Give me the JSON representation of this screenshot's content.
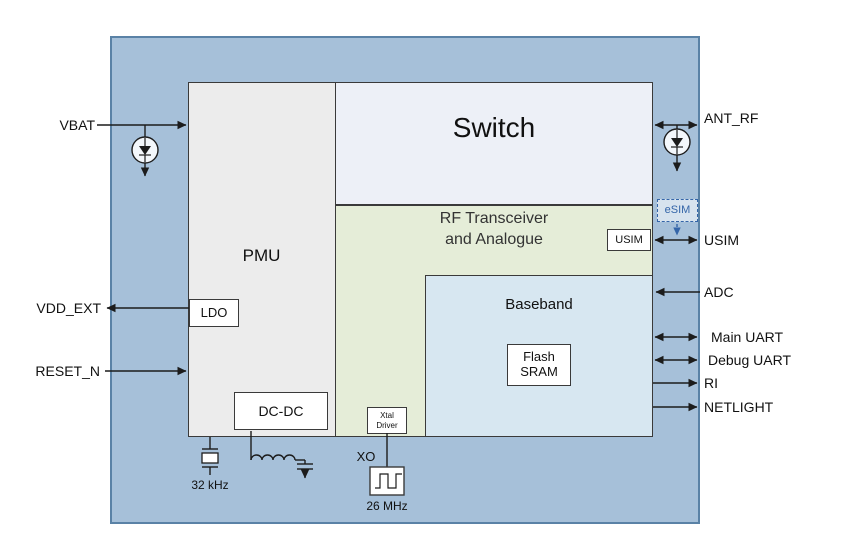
{
  "blocks": {
    "pmu": "PMU",
    "switch": "Switch",
    "rf_line1": "RF Transceiver",
    "rf_line2": "and Analogue",
    "baseband": "Baseband",
    "flash_line1": "Flash",
    "flash_line2": "SRAM",
    "ldo": "LDO",
    "dcdc": "DC-DC",
    "xtal_line1": "Xtal",
    "xtal_line2": "Driver",
    "usim": "USIM",
    "esim": "eSIM"
  },
  "pins": {
    "left": {
      "vbat": "VBAT",
      "vdd_ext": "VDD_EXT",
      "reset_n": "RESET_N"
    },
    "right": {
      "ant_rf": "ANT_RF",
      "usim": "USIM",
      "adc": "ADC",
      "main_uart": "Main UART",
      "debug_uart": "Debug UART",
      "ri": "RI",
      "netlight": "NETLIGHT"
    },
    "bottom": {
      "khz32": "32 kHz",
      "xo": "XO",
      "mhz26": "26 MHz"
    }
  },
  "colors": {
    "chip_fill": "#a6c0d9",
    "chip_border": "#5a82a6",
    "pmu_fill": "#ececec",
    "switch_fill": "#edf0f7",
    "rf_fill": "#e5edd8",
    "baseband_fill": "#d7e7f1",
    "block_border": "#3a3a3a",
    "line_color": "#1c1c1c",
    "esim_blue": "#3465a8"
  }
}
